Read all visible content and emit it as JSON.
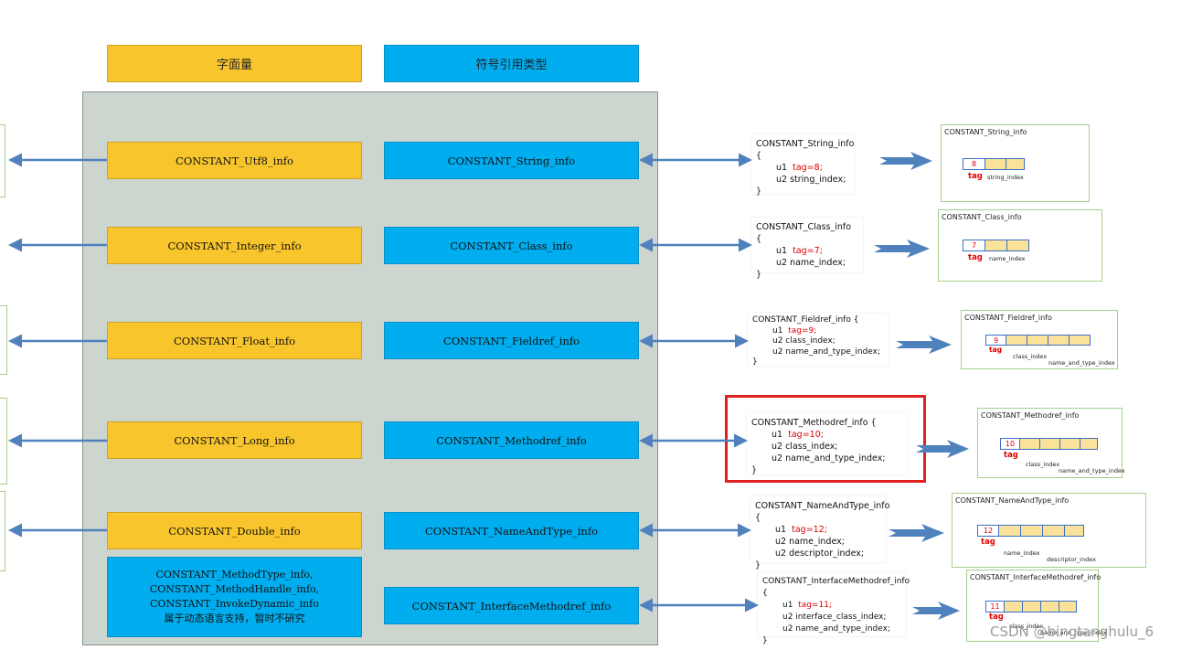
{
  "headers": {
    "literal": "字面量",
    "symbolic_ref": "符号引用类型"
  },
  "literal_types": [
    "CONSTANT_Utf8_info",
    "CONSTANT_Integer_info",
    "CONSTANT_Float_info",
    "CONSTANT_Long_info",
    "CONSTANT_Double_info"
  ],
  "ref_types": [
    "CONSTANT_String_info",
    "CONSTANT_Class_info",
    "CONSTANT_Fieldref_info",
    "CONSTANT_Methodref_info",
    "CONSTANT_NameAndType_info",
    "CONSTANT_InterfaceMethodref_info"
  ],
  "dynamic_box": {
    "line1": "CONSTANT_MethodType_info,",
    "line2": "CONSTANT_MethodHandle_info,",
    "line3": "CONSTANT_InvokeDynamic_info",
    "line4": "属于动态语言支持，暂时不研究"
  },
  "structs": [
    {
      "title": "CONSTANT_String_info {",
      "tag": "tag=8;",
      "fields": [
        "u2  string_index;"
      ]
    },
    {
      "title": "CONSTANT_Class_info {",
      "tag": "tag=7;",
      "fields": [
        "u2   name_index;"
      ]
    },
    {
      "title": "CONSTANT_Fieldref_info {",
      "tag": "tag=9;",
      "fields": [
        "u2  class_index;",
        "u2   name_and_type_index;"
      ]
    },
    {
      "title": "CONSTANT_Methodref_info {",
      "tag": "tag=10;",
      "fields": [
        "u2  class_index;",
        "u2   name_and_type_index;"
      ]
    },
    {
      "title": "CONSTANT_NameAndType_info {",
      "tag": "tag=12;",
      "fields": [
        "u2  name_index;",
        "u2   descriptor_index;"
      ]
    },
    {
      "title": "CONSTANT_InterfaceMethodref_info {",
      "tag": "tag=11;",
      "fields": [
        "u2  interface_class_index;",
        "u2   name_and_type_index;"
      ]
    }
  ],
  "struct_u1": "u1",
  "struct_close": "}",
  "diagrams": [
    {
      "title": "CONSTANT_String_info",
      "tag_value": "8",
      "tag_label": "tag",
      "fields": [
        "string_index"
      ]
    },
    {
      "title": "CONSTANT_Class_info",
      "tag_value": "7",
      "tag_label": "tag",
      "fields": [
        "name_index"
      ]
    },
    {
      "title": "CONSTANT_Fieldref_info",
      "tag_value": "9",
      "tag_label": "tag",
      "fields": [
        "class_index",
        "name_and_type_index"
      ]
    },
    {
      "title": "CONSTANT_Methodref_info",
      "tag_value": "10",
      "tag_label": "tag",
      "fields": [
        "class_index",
        "name_and_type_index"
      ]
    },
    {
      "title": "CONSTANT_NameAndType_info",
      "tag_value": "12",
      "tag_label": "tag",
      "fields": [
        "name_index",
        "descriptor_index"
      ]
    },
    {
      "title": "CONSTANT_InterfaceMethodref_info",
      "tag_value": "11",
      "tag_label": "tag",
      "fields": [
        "class_index",
        "name_and_type_index"
      ]
    }
  ],
  "watermark": "CSDN @bingtanghulu_6",
  "colors": {
    "literal_fill": "#f9c52c",
    "ref_fill": "#00adef",
    "panel_fill": "#cdd5cf",
    "arrow": "#4f81bd",
    "highlight": "#e02020",
    "tag_text": "#e00000"
  }
}
